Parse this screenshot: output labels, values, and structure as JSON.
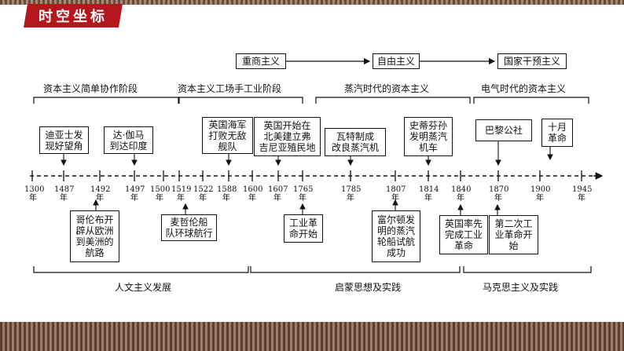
{
  "header": {
    "title": "时空坐标"
  },
  "policy_flow": [
    "重商主义",
    "自由主义",
    "国家干预主义"
  ],
  "top_stages": [
    "资本主义简单协作阶段",
    "资本主义工场手工业阶段",
    "蒸汽时代的资本主义",
    "电气时代的资本主义"
  ],
  "top_events": [
    "迪亚士发\n现好望角",
    "达·伽马\n到达印度",
    "英国海军\n打败无敌\n舰队",
    "英国开始在\n北美建立弗\n吉尼亚殖民地",
    "瓦特制成\n改良蒸汽机",
    "史蒂芬孙\n发明蒸汽\n机车",
    "巴黎公社",
    "十月\n革命"
  ],
  "years": [
    "1300",
    "1487",
    "1492",
    "1497",
    "1500",
    "1519",
    "1522",
    "1588",
    "1600",
    "1607",
    "1765",
    "1785",
    "1807",
    "1814",
    "1840",
    "1870",
    "1900",
    "1945"
  ],
  "year_unit": "年",
  "bottom_events": [
    "哥伦布开\n辟从欧洲\n到美洲的\n航路",
    "麦哲伦船\n队环球航行",
    "工业革\n命开始",
    "富尔顿发\n明的蒸汽\n轮船试航\n成功",
    "英国率先\n完成工业\n革命",
    "第二次工\n业革命开\n始"
  ],
  "bottom_stages": [
    "人文主义发展",
    "启蒙思想及实践",
    "马克思主义及实践"
  ]
}
